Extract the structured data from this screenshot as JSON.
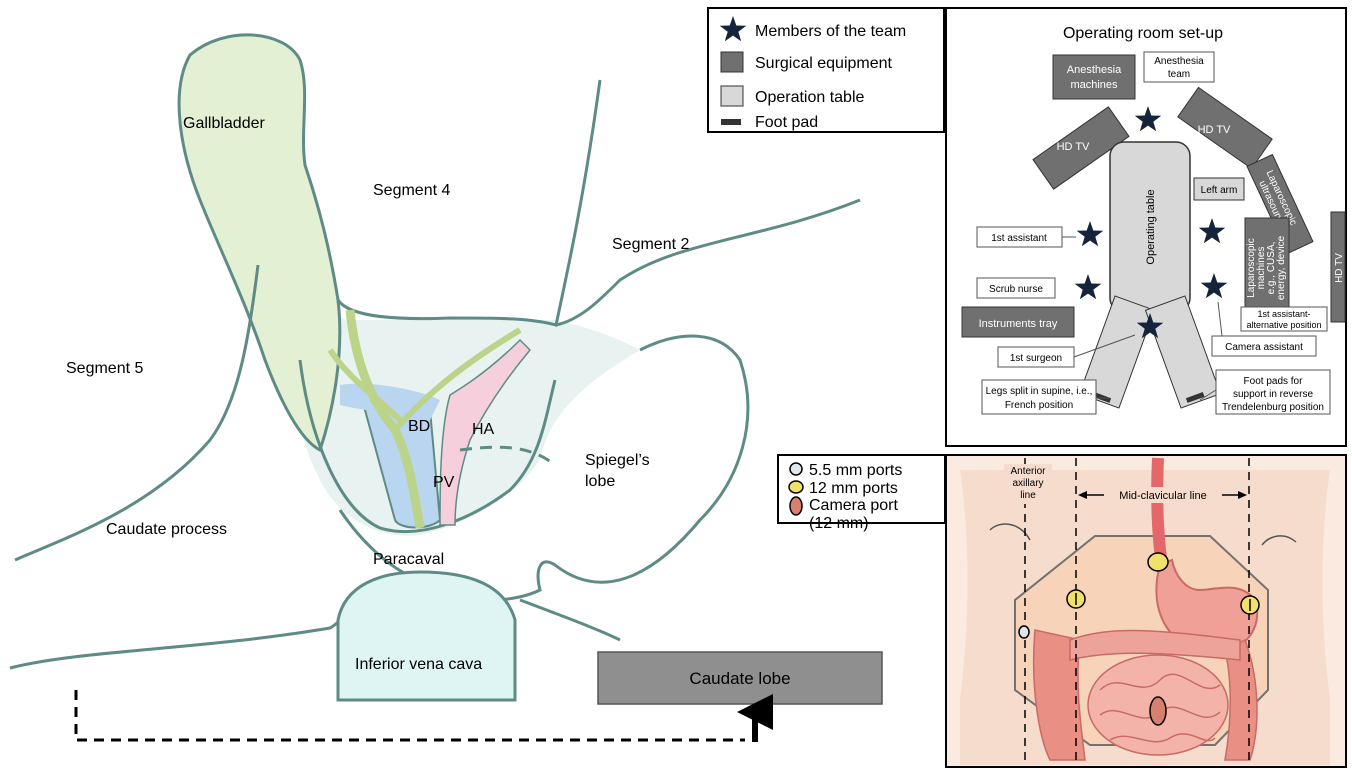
{
  "liver": {
    "gallbladder": "Gallbladder",
    "segment4": "Segment 4",
    "segment2": "Segment 2",
    "segment5": "Segment 5",
    "bd": "BD",
    "ha": "HA",
    "pv": "PV",
    "spiegel_1": "Spiegel’s",
    "spiegel_2": "lobe",
    "caudate_process": "Caudate process",
    "paracaval": "Paracaval",
    "ivc": "Inferior vena cava",
    "caudate_lobe": "Caudate lobe"
  },
  "legend_top": {
    "items": [
      "Members of the team",
      "Surgical equipment",
      "Operation table",
      "Foot pad"
    ]
  },
  "or_setup": {
    "title": "Operating room set-up",
    "anesthesia_machines": [
      "Anesthesia",
      "machines"
    ],
    "anesthesia_team": [
      "Anesthesia",
      "team"
    ],
    "hd_tv": "HD TV",
    "operating_table": "Operating table",
    "left_arm": "Left arm",
    "lap_us": [
      "Laparoscopic",
      "ultrasound"
    ],
    "lap_machines": [
      "Laparoscopic",
      "machines",
      "e.g., CUSA,",
      "energy, device"
    ],
    "first_assistant": "1st assistant",
    "scrub_nurse": "Scrub nurse",
    "instruments_tray": "Instruments tray",
    "first_assistant_alt": [
      "1st assistant-",
      "alternative position"
    ],
    "first_surgeon": "1st surgeon",
    "camera_assistant": "Camera assistant",
    "legs_split": [
      "Legs split in supine, i.e.,",
      "French position"
    ],
    "foot_pads": [
      "Foot pads for",
      "support in reverse",
      "Trendelenburg position"
    ]
  },
  "ports_legend": {
    "items": [
      "5.5 mm ports",
      "12 mm ports",
      "Camera port",
      "(12 mm)"
    ]
  },
  "abdomen": {
    "anterior_axillary": [
      "Anterior",
      "axillary",
      "line"
    ],
    "mid_clavicular": "Mid-clavicular line"
  },
  "colors": {
    "outline": "#5f8b86",
    "gallbladder": "#e4f0d4",
    "bile_duct": "#bcd48a",
    "portal_vein": "#b9d5f0",
    "hepatic_artery": "#f6cfdc",
    "ivc": "#dff5f4",
    "equipment": "#707070",
    "table": "#d8d8d8",
    "star": "#15233b"
  }
}
